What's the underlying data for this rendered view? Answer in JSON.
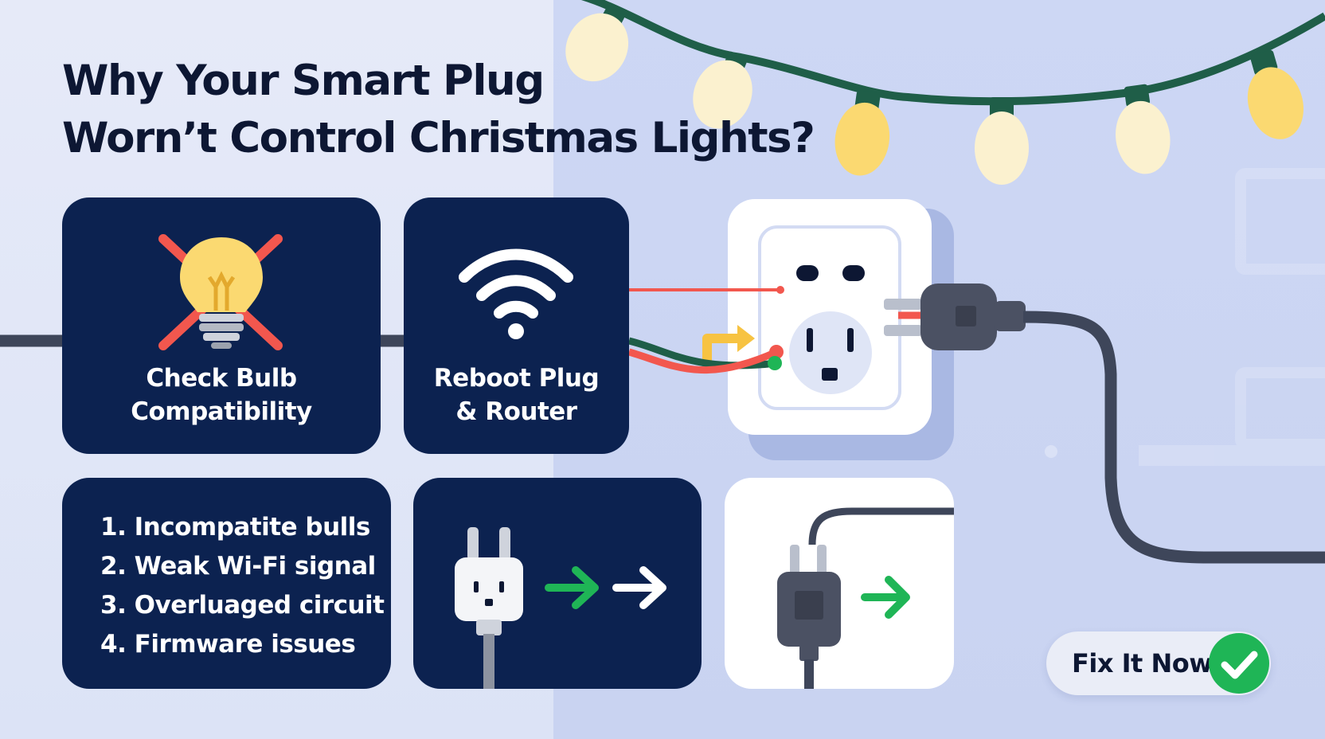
{
  "title": {
    "line1": "Why Your Smart Plug",
    "line2": "Worn’t Control Christmas Lights?"
  },
  "cards": {
    "bulb": {
      "line1": "Check Bulb",
      "line2": "Compatibility",
      "icon": "crossed-bulb-icon"
    },
    "reboot": {
      "line1": "Reboot Plug",
      "line2": "& Router",
      "icon": "wifi-icon"
    },
    "reasons": {
      "items": [
        "1. Incompatite bulls",
        "2. Weak Wi-Fi signal",
        "3. Overluaged circuit",
        "4. Firmware issues"
      ]
    },
    "plug_arrows": {
      "icon": "plug-arrow-icon"
    },
    "unplug": {
      "icon": "unplug-arrow-icon"
    }
  },
  "cta": {
    "label": "Fix It Now",
    "icon": "check-circle-icon"
  },
  "colors": {
    "navy": "#0c2250",
    "green": "#1fb556",
    "red": "#f2574e",
    "bulb_yellow": "#fbd971",
    "cord_green": "#1f5e48"
  }
}
